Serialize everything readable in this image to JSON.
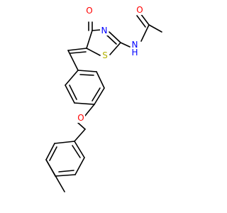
{
  "molecule": {
    "atoms": {
      "o_acetyl": {
        "label": "O",
        "color": "#ff0000"
      },
      "n_amide": {
        "label": "N",
        "color": "#0000ff"
      },
      "h_amide": {
        "label": "H",
        "color": "#0000ff"
      },
      "o_ring": {
        "label": "O",
        "color": "#ff0000"
      },
      "n_ring": {
        "label": "N",
        "color": "#0000ff"
      },
      "s_ring": {
        "label": "S",
        "color": "#b2b200"
      },
      "o_ether": {
        "label": "O",
        "color": "#ff0000"
      }
    }
  }
}
